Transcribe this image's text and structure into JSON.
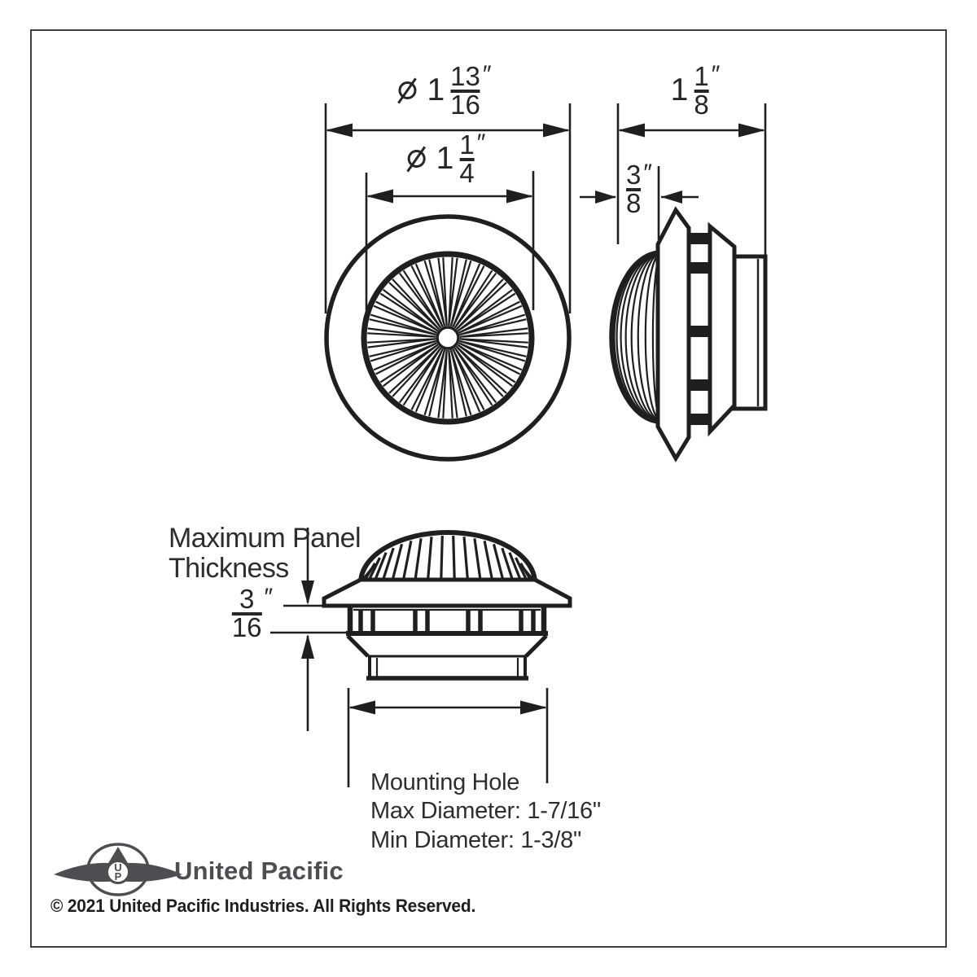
{
  "colors": {
    "line": "#1f1f1f",
    "logo_gray": "#4d4e52",
    "text": "#262626"
  },
  "dim_front_outer": {
    "symbol": "Ø",
    "whole": "1",
    "num": "13",
    "den": "16",
    "unit": "″"
  },
  "dim_front_inner": {
    "symbol": "Ø",
    "whole": "1",
    "num": "1",
    "den": "4",
    "unit": "″"
  },
  "dim_depth": {
    "whole": "1",
    "num": "1",
    "den": "8",
    "unit": "″"
  },
  "dim_lens": {
    "num": "3",
    "den": "8",
    "unit": "″"
  },
  "dim_panel": {
    "num": "3",
    "den": "16",
    "unit": "″"
  },
  "labels": {
    "panel_line1": "Maximum Panel",
    "panel_line2": "Thickness",
    "mounting_line1": "Mounting Hole",
    "mounting_line2": "Max Diameter: 1-7/16\"",
    "mounting_line3": "Min Diameter:  1-3/8\""
  },
  "logo": {
    "brand": "United Pacific",
    "monogram_top": "U",
    "monogram_bottom": "P"
  },
  "copyright": "© 2021 United Pacific Industries. All Rights Reserved."
}
